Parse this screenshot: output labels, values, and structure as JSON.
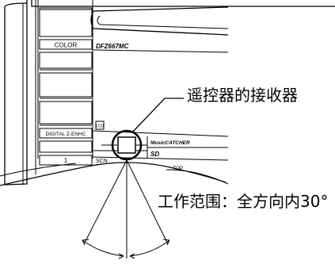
{
  "unit": {
    "buttons": {
      "color": "COLOR",
      "digital": "DIGITAL Z-ENHC",
      "one": "1",
      "scn": "SCN",
      "top": "TOP"
    },
    "model": "DFZ667MC",
    "logos": {
      "music_catcher": "MusicCATCHER",
      "sd": "SD",
      "small_mark": "LCD"
    }
  },
  "callouts": {
    "receiver": "遥控器的接收器",
    "range": "工作范围：全方向内30°"
  },
  "colors": {
    "line": "#000000",
    "background": "#ffffff"
  }
}
